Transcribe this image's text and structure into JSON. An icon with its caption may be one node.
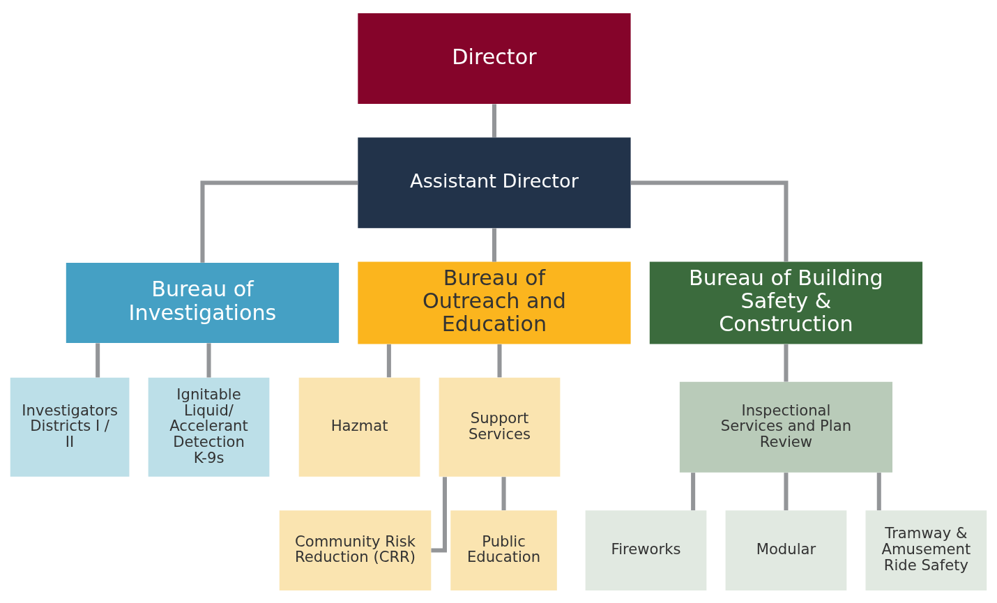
{
  "diagram": {
    "nodes": [
      {
        "text": [
          "Director"
        ]
      },
      {
        "text": [
          "Assistant Director"
        ]
      },
      {
        "text": [
          "Bureau of Investigations"
        ]
      },
      {
        "text": [
          "Bureau of Outreach and Education"
        ]
      },
      {
        "text": [
          "Bureau of Building Safety & Construction"
        ]
      },
      {
        "text": [
          "Investigators Districts I / II"
        ]
      },
      {
        "text": [
          "Ignitable Liquid/ Accelerant Detection K-9s"
        ]
      },
      {
        "text": [
          "Hazmat"
        ]
      },
      {
        "text": [
          "Support Services"
        ]
      },
      {
        "text": [
          "Community Risk Reduction (CRR)"
        ]
      },
      {
        "text": [
          "Public Education"
        ]
      },
      {
        "text": [
          "Inspectional Services and Plan Review"
        ]
      },
      {
        "text": [
          "Fireworks"
        ]
      },
      {
        "text": [
          "Modular"
        ]
      },
      {
        "text": [
          "Tramway & Amusement Ride Safety"
        ]
      }
    ],
    "edges": [
      {
        "from": 0,
        "to": 1,
        "arrow": "none"
      },
      {
        "from": 1,
        "to": 2,
        "arrow": "none"
      },
      {
        "from": 1,
        "to": 3,
        "arrow": "none"
      },
      {
        "from": 1,
        "to": 4,
        "arrow": "none"
      },
      {
        "from": 2,
        "to": 5,
        "arrow": "none"
      },
      {
        "from": 2,
        "to": 6,
        "arrow": "none"
      },
      {
        "from": 3,
        "to": 7,
        "arrow": "none"
      },
      {
        "from": 3,
        "to": 8,
        "arrow": "none"
      },
      {
        "from": 8,
        "to": 9,
        "arrow": "none"
      },
      {
        "from": 8,
        "to": 10,
        "arrow": "none"
      },
      {
        "from": 4,
        "to": 11,
        "arrow": "none"
      },
      {
        "from": 11,
        "to": 12,
        "arrow": "none"
      },
      {
        "from": 11,
        "to": 13,
        "arrow": "none"
      },
      {
        "from": 11,
        "to": 14,
        "arrow": "none"
      }
    ]
  }
}
